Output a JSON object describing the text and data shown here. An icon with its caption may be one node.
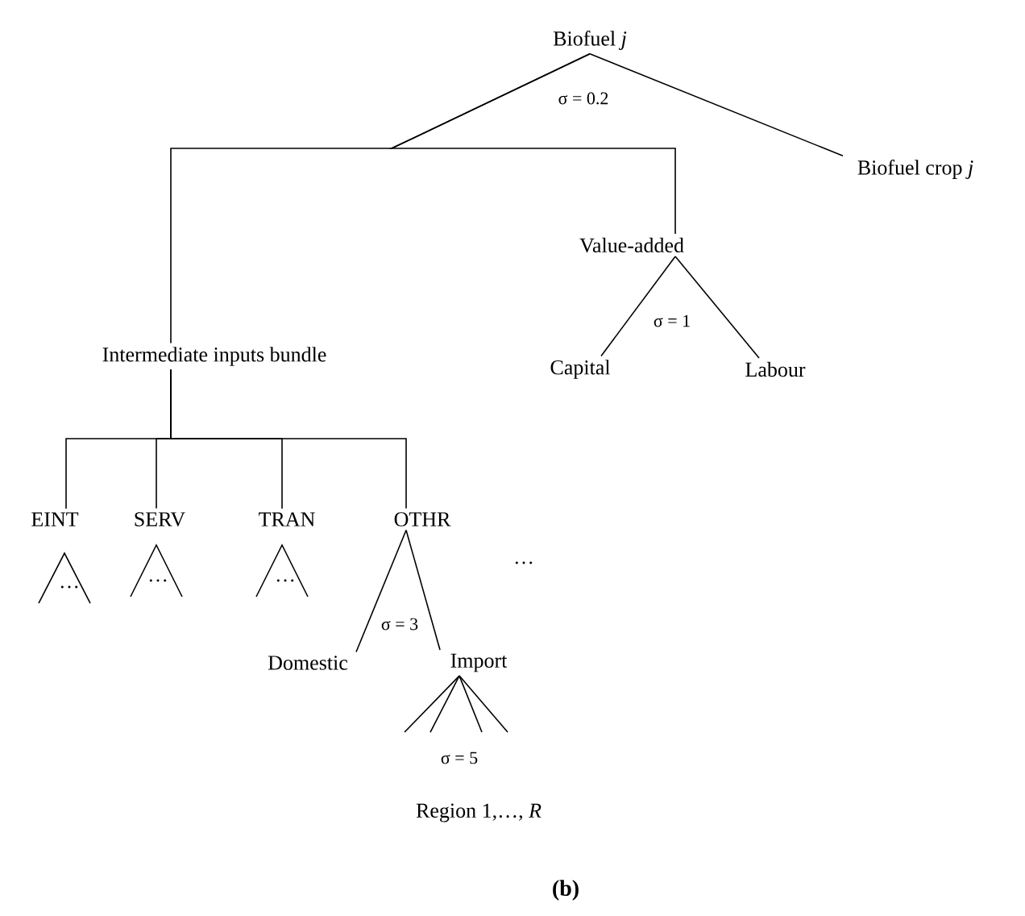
{
  "diagram": {
    "caption": "(b)",
    "nodes": [
      {
        "text": [
          "Biofuel *j*"
        ]
      },
      {
        "text": [
          "Biofuel crop *j*"
        ]
      },
      {
        "text": [
          "Value-added"
        ]
      },
      {
        "text": [
          "Intermediate inputs bundle"
        ]
      },
      {
        "text": [
          "Capital"
        ]
      },
      {
        "text": [
          "Labour"
        ]
      },
      {
        "text": [
          "EINT"
        ]
      },
      {
        "text": [
          "SERV"
        ]
      },
      {
        "text": [
          "TRAN"
        ]
      },
      {
        "text": [
          "OTHR"
        ]
      },
      {
        "text": [
          "Domestic"
        ]
      },
      {
        "text": [
          "Import"
        ]
      }
    ],
    "edges": [
      {
        "from": 0,
        "to": 3,
        "arrow": "none"
      },
      {
        "from": 0,
        "to": 2,
        "arrow": "none"
      },
      {
        "from": 0,
        "to": 1,
        "arrow": "none"
      },
      {
        "from": 2,
        "to": 4,
        "arrow": "none"
      },
      {
        "from": 2,
        "to": 5,
        "arrow": "none"
      },
      {
        "from": 3,
        "to": 6,
        "arrow": "none"
      },
      {
        "from": 3,
        "to": 7,
        "arrow": "none"
      },
      {
        "from": 3,
        "to": 8,
        "arrow": "none"
      },
      {
        "from": 3,
        "to": 9,
        "arrow": "none"
      },
      {
        "from": 9,
        "to": 10,
        "arrow": "none"
      },
      {
        "from": 9,
        "to": 11,
        "arrow": "none"
      },
      {
        "from": 11,
        "to": null,
        "arrow": "none"
      },
      {
        "from": 11,
        "to": null,
        "arrow": "none"
      },
      {
        "from": 11,
        "to": null,
        "arrow": "none"
      },
      {
        "from": 11,
        "to": null,
        "arrow": "none"
      }
    ],
    "labels": [
      "σ = 0.2",
      "σ = 1",
      "…",
      "…",
      "…",
      "…",
      "σ = 3",
      "σ = 5",
      "Region 1,…, *R*"
    ]
  }
}
